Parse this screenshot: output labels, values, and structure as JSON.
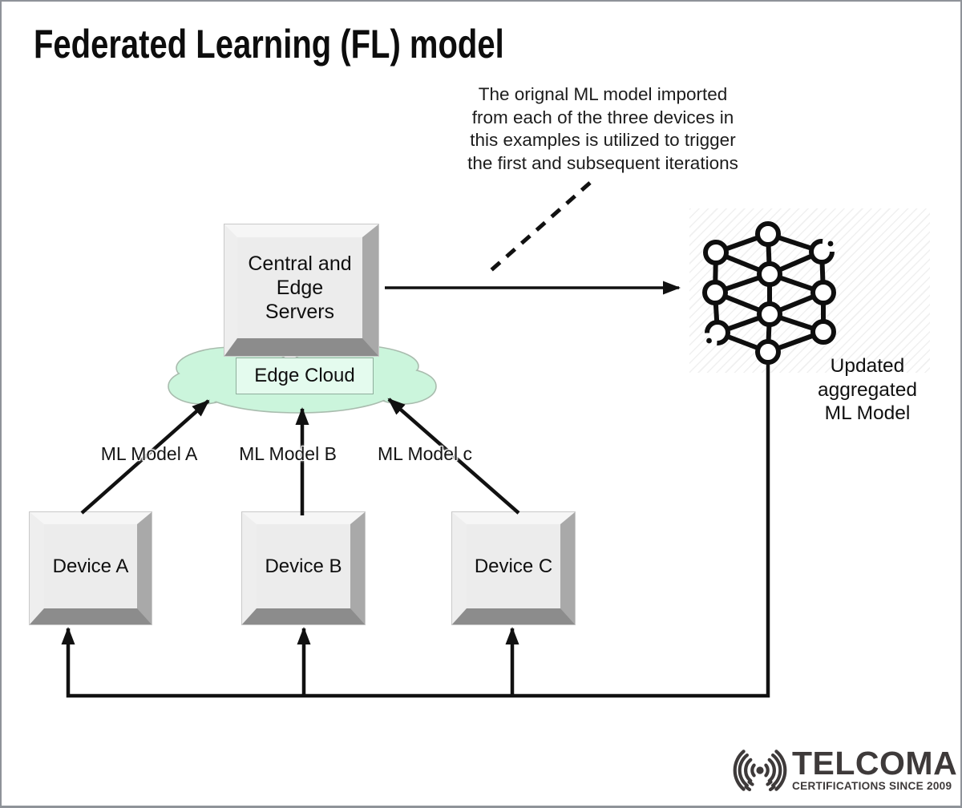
{
  "title": "Federated Learning (FL) model",
  "annotation": "The orignal ML model imported\nfrom each of the three devices in\nthis examples is utilized to trigger\nthe first and subsequent iterations",
  "server_box": {
    "label": "Central and\nEdge\nServers"
  },
  "cloud": {
    "label": "Edge Cloud"
  },
  "ml_labels": [
    "ML Model A",
    "ML Model B",
    "ML Model c"
  ],
  "devices": [
    {
      "label": "Device A"
    },
    {
      "label": "Device B"
    },
    {
      "label": "Device C"
    }
  ],
  "output_label": "Updated\naggregated\nML Model",
  "logo": {
    "name": "TELCOMA",
    "tagline": "CERTIFICATIONS SINCE 2009"
  },
  "icons": {
    "neural_network": "neural-network-icon",
    "radio_waves": "radio-waves-icon"
  },
  "colors": {
    "cloud_fill": "#cbf5dc",
    "cloud_stroke": "#a9bcae",
    "cloud_box_fill": "#e4fbee",
    "cloud_box_border": "#8fae9c",
    "line": "#111111",
    "logo": "#3e3a3a",
    "keycap_face": "#ececec",
    "keycap_dark": "#8c8c8c"
  }
}
